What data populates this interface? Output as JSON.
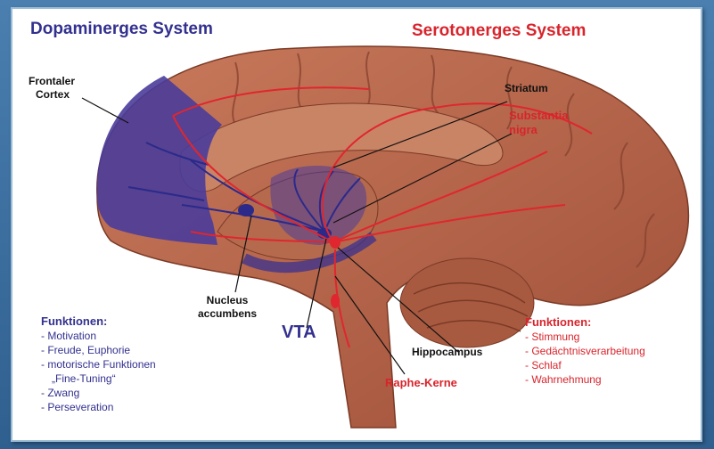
{
  "titles": {
    "dopamine": "Dopaminerges System",
    "serotonin": "Serotonerges System"
  },
  "labels": {
    "frontal_cortex": [
      "Frontaler",
      "Cortex"
    ],
    "striatum": "Striatum",
    "substantia_nigra": [
      "Substantia",
      "nigra"
    ],
    "nucleus_accumbens": [
      "Nucleus",
      "accumbens"
    ],
    "vta": "VTA",
    "hippocampus": "Hippocampus",
    "raphe": "Raphe-Kerne"
  },
  "functions_dopamine": {
    "heading": "Funktionen:",
    "items": [
      "- Motivation",
      "- Freude, Euphorie",
      "- motorische Funktionen",
      "  „Fine-Tuning“",
      "- Zwang",
      "- Perseveration"
    ]
  },
  "functions_serotonin": {
    "heading": "Funktionen:",
    "items": [
      "- Stimmung",
      "- Gedächtnisverarbeitung",
      "- Schlaf",
      "- Wahrnehmung"
    ]
  },
  "colors": {
    "dopamine": "#33318f",
    "serotonin": "#d8242c",
    "brain": "#b9694f"
  }
}
